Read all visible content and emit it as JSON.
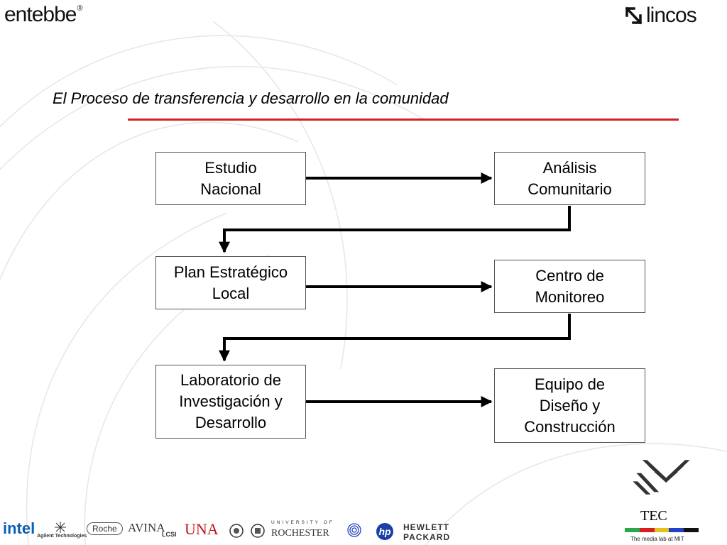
{
  "header": {
    "left_logo": "entebbe",
    "left_logo_mark": "®",
    "right_logo": "lincos"
  },
  "title": "El Proceso de transferencia y desarrollo en la comunidad",
  "boxes": {
    "estudio": [
      "Estudio",
      "Nacional"
    ],
    "analisis": [
      "Análisis",
      "Comunitario"
    ],
    "plan": [
      "Plan Estratégico",
      "Local"
    ],
    "centro": [
      "Centro de",
      "Monitoreo"
    ],
    "laboratorio": [
      "Laboratorio de",
      "Investigación y",
      "Desarrollo"
    ],
    "equipo": [
      "Equipo de",
      "Diseño y",
      "Construcción"
    ]
  },
  "sponsors": {
    "intel": "intel",
    "agilent": "Agilent Technologies",
    "roche": "Roche",
    "avina": "AVINA",
    "lcsi": "LCSI",
    "una": "UNA",
    "rochester_top": "UNIVERSITY OF",
    "rochester": "ROCHESTER",
    "hp_logo": "hp",
    "hp_line1": "HEWLETT",
    "hp_line2": "PACKARD"
  },
  "footer": {
    "tec": "TEC",
    "mit": "The media lab at MIT"
  },
  "colors": {
    "accent_rule": "#d81e1e",
    "mit_bar": [
      "#2aa84a",
      "#d81e1e",
      "#e2c21c",
      "#2441c4",
      "#111111"
    ]
  }
}
